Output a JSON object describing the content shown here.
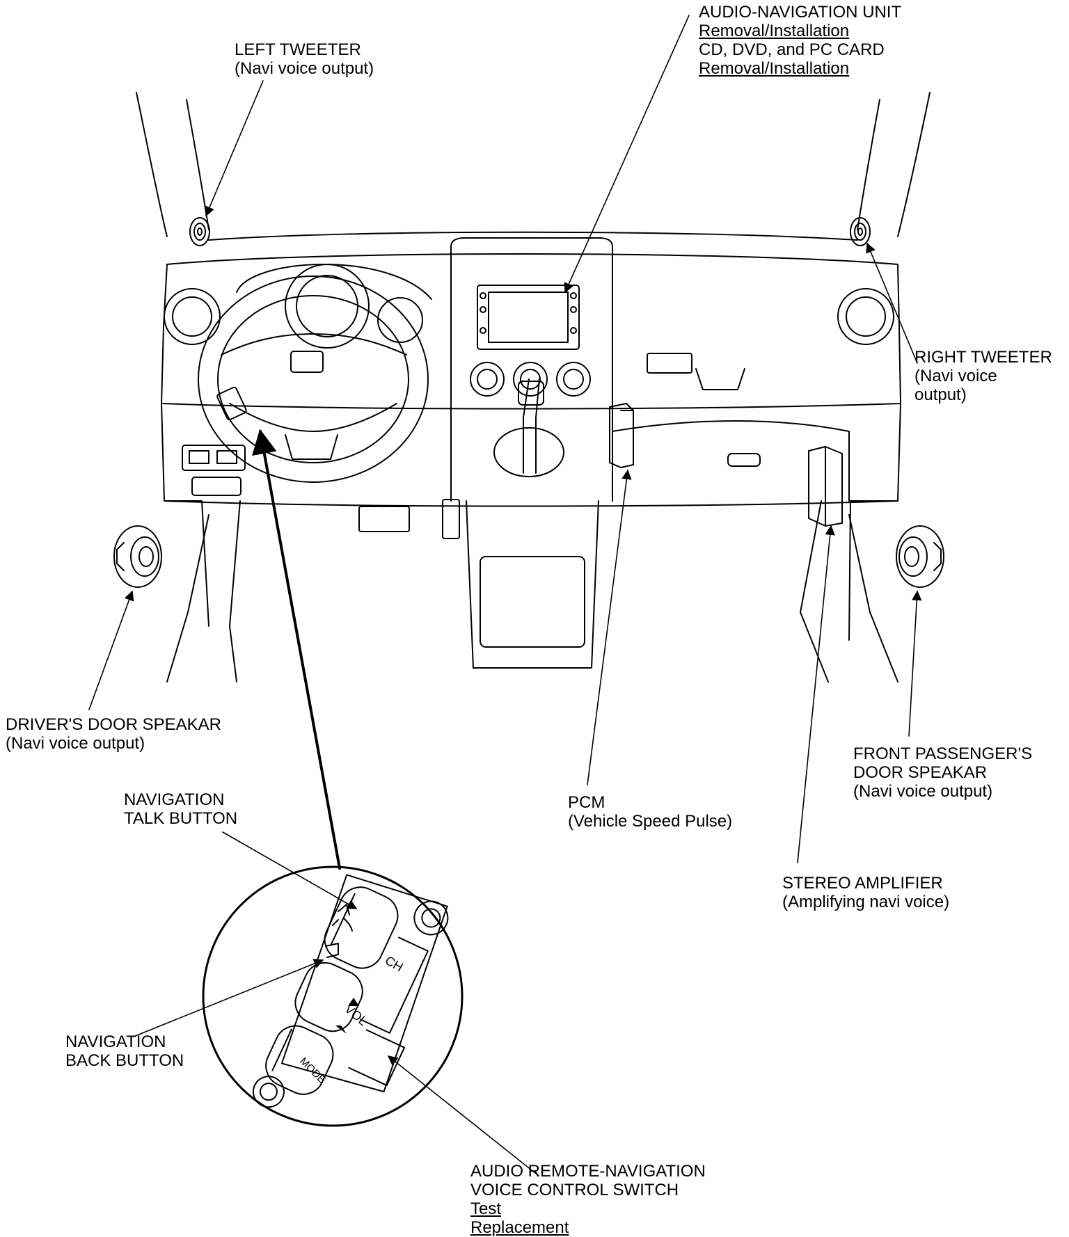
{
  "callouts": {
    "audio_nav": {
      "title": "AUDIO-NAVIGATION UNIT",
      "link1": "Removal/Installation",
      "sub": "CD, DVD, and PC CARD",
      "link2": "Removal/Installation"
    },
    "left_tweeter": {
      "title": "LEFT TWEETER",
      "note": "(Navi voice output)"
    },
    "right_tweeter": {
      "title": "RIGHT TWEETER",
      "note1": "(Navi voice",
      "note2": "output)"
    },
    "driver_speaker": {
      "title": "DRIVER'S DOOR SPEAKAR",
      "note": "(Navi voice output)"
    },
    "passenger_speaker": {
      "line1": "FRONT PASSENGER'S",
      "line2": "DOOR SPEAKAR",
      "note": "(Navi voice output)"
    },
    "pcm": {
      "title": "PCM",
      "note": "(Vehicle Speed Pulse)"
    },
    "amplifier": {
      "title": "STEREO AMPLIFIER",
      "note": "(Amplifying navi voice)"
    },
    "talk_button": {
      "line1": "NAVIGATION",
      "line2": "TALK BUTTON"
    },
    "back_button": {
      "line1": "NAVIGATION",
      "line2": "BACK BUTTON"
    },
    "remote_switch": {
      "line1": "AUDIO REMOTE-NAVIGATION",
      "line2": "VOICE CONTROL SWITCH",
      "link1": "Test",
      "link2": "Replacement"
    }
  },
  "switch_labels": {
    "ch": "CH",
    "vol": "VOL",
    "mode": "MODE"
  }
}
